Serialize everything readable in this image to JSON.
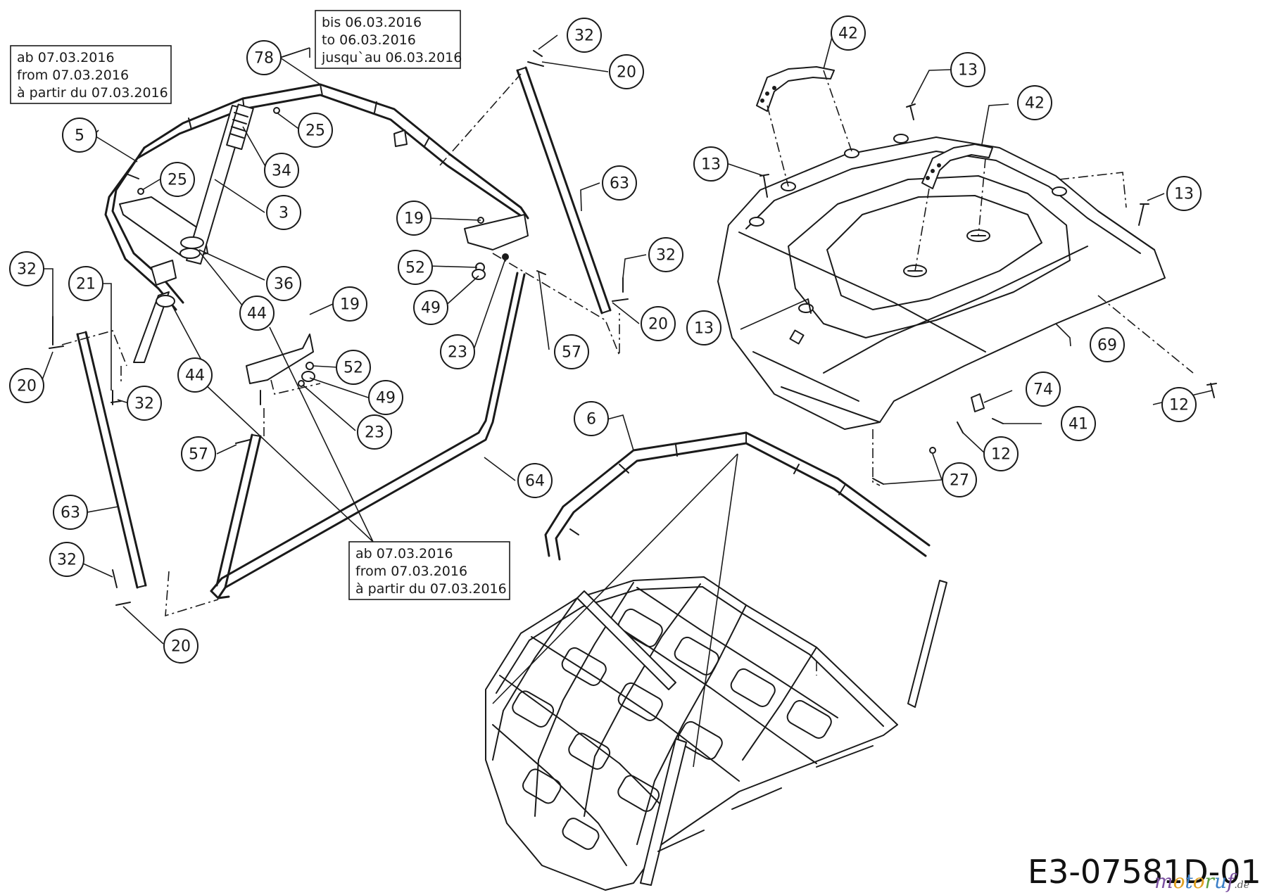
{
  "notes": {
    "note_left": [
      "ab 07.03.2016",
      "from 07.03.2016",
      "à partir du 07.03.2016"
    ],
    "note_top": [
      "bis 06.03.2016",
      "to 06.03.2016",
      "jusqu`au 06.03.2016"
    ],
    "note_bottom": [
      "ab 07.03.2016",
      "from 07.03.2016",
      "à partir du 07.03.2016"
    ]
  },
  "callouts": [
    {
      "id": "c78",
      "label": "78"
    },
    {
      "id": "c5",
      "label": "5"
    },
    {
      "id": "c25a",
      "label": "25"
    },
    {
      "id": "c25b",
      "label": "25"
    },
    {
      "id": "c34",
      "label": "34"
    },
    {
      "id": "c3",
      "label": "3"
    },
    {
      "id": "c36",
      "label": "36"
    },
    {
      "id": "c44a",
      "label": "44"
    },
    {
      "id": "c44b",
      "label": "44"
    },
    {
      "id": "c32a",
      "label": "32"
    },
    {
      "id": "c21",
      "label": "21"
    },
    {
      "id": "c20a",
      "label": "20"
    },
    {
      "id": "c32b",
      "label": "32"
    },
    {
      "id": "c57a",
      "label": "57"
    },
    {
      "id": "c63a",
      "label": "63"
    },
    {
      "id": "c32c",
      "label": "32"
    },
    {
      "id": "c20b",
      "label": "20"
    },
    {
      "id": "c19a",
      "label": "19"
    },
    {
      "id": "c52a",
      "label": "52"
    },
    {
      "id": "c49a",
      "label": "49"
    },
    {
      "id": "c23a",
      "label": "23"
    },
    {
      "id": "c19b",
      "label": "19"
    },
    {
      "id": "c52b",
      "label": "52"
    },
    {
      "id": "c49b",
      "label": "49"
    },
    {
      "id": "c23b",
      "label": "23"
    },
    {
      "id": "c57b",
      "label": "57"
    },
    {
      "id": "c32d",
      "label": "32"
    },
    {
      "id": "c20c",
      "label": "20"
    },
    {
      "id": "c63b",
      "label": "63"
    },
    {
      "id": "c32e",
      "label": "32"
    },
    {
      "id": "c20d",
      "label": "20"
    },
    {
      "id": "c64",
      "label": "64"
    },
    {
      "id": "c6",
      "label": "6"
    },
    {
      "id": "c42a",
      "label": "42"
    },
    {
      "id": "c13a",
      "label": "13"
    },
    {
      "id": "c42b",
      "label": "42"
    },
    {
      "id": "c13b",
      "label": "13"
    },
    {
      "id": "c13c",
      "label": "13"
    },
    {
      "id": "c13d",
      "label": "13"
    },
    {
      "id": "c69",
      "label": "69"
    },
    {
      "id": "c74",
      "label": "74"
    },
    {
      "id": "c41",
      "label": "41"
    },
    {
      "id": "c12a",
      "label": "12"
    },
    {
      "id": "c12b",
      "label": "12"
    },
    {
      "id": "c27",
      "label": "27"
    }
  ],
  "drawing_code": "E3-07581D-01",
  "watermark": {
    "brand": "motoruf",
    "suffix": ".de",
    "colors": {
      "m": "#7a4fa0",
      "o": "#e0a020",
      "t": "#3a7fc8",
      "r": "#5aa040"
    }
  }
}
